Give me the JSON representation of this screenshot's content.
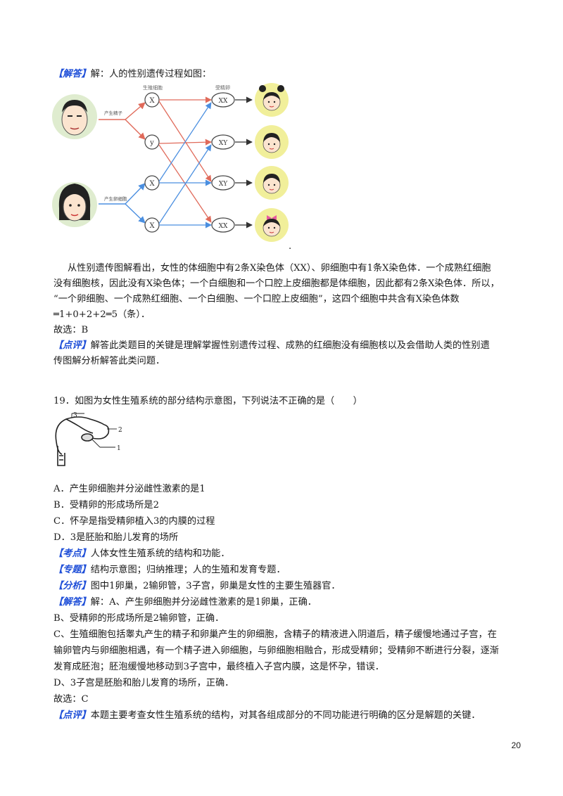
{
  "section18": {
    "answer_tag": "【解答】",
    "answer_intro": "解：人的性别遗传过程如图：",
    "diagram": {
      "header_sperm_cell": "生殖细胞",
      "header_fertilized_egg": "受精卵",
      "label_father": "产生精子",
      "label_mother": "产生卵细胞",
      "gametes": [
        "X",
        "y",
        "X",
        "X"
      ],
      "zygotes": [
        "XX",
        "XY",
        "XY",
        "XX"
      ],
      "trailing_dot": "."
    },
    "para1": "从性别遗传图解看出，女性的体细胞中有2条X染色体（XX）、卵细胞中有1条X染色体．一个成熟红细胞",
    "para2": "没有细胞核，因此没有X染色体；一个白细胞和一个口腔上皮细胞都是体细胞，因此都有2条X染色体．所以，",
    "para3": "“一个卵细胞、一个成熟红细胞、一个白细胞、一个口腔上皮细胞”，这四个细胞中共含有X染色体数",
    "para4": "═1+0+2+2═5（条）．",
    "choice": "故选：B",
    "review_tag": "【点评】",
    "review1": "解答此类题目的关键是理解掌握性别遗传过程、成熟的红细胞没有细胞核以及会借助人类的性别遗",
    "review2": "传图解分析解答此类问题．"
  },
  "section19": {
    "question": "19．如图为女性生殖系统的部分结构示意图，下列说法不正确的是（　　）",
    "fig_labels": [
      "3",
      "2",
      "1"
    ],
    "options": [
      "A．产生卵细胞并分泌雌性激素的是1",
      "B．受精卵的形成场所是2",
      "C．怀孕是指受精卵植入3的内膜的过程",
      "D．3是胚胎和胎儿发育的场所"
    ],
    "kaodian_tag": "【考点】",
    "kaodian": "人体女性生殖系统的结构和功能．",
    "zhuanti_tag": "【专题】",
    "zhuanti": "结构示意图；归纳推理；人的生殖和发育专题．",
    "fenxi_tag": "【分析】",
    "fenxi": "图中1卵巢，2输卵管，3子宫，卵巢是女性的主要生殖器官．",
    "jieda_tag": "【解答】",
    "jieda_a": "解：A、产生卵细胞并分泌雌性激素的是1卵巢，正确．",
    "jieda_b": "B、受精卵的形成场所是2输卵管，正确．",
    "jieda_c1": "C、生殖细胞包括睾丸产生的精子和卵巢产生的卵细胞，含精子的精液进入阴道后，精子缓慢地通过子宫，在",
    "jieda_c2": "输卵管内与卵细胞相遇，有一个精子进入卵细胞，与卵细胞相融合，形成受精卵；受精卵不断进行分裂，逐渐",
    "jieda_c3": "发育成胚泡；胚泡缓慢地移动到3子宫中，最终植入子宫内膜，这是怀孕，错误．",
    "jieda_d": "D、3子宫是胚胎和胎儿发育的场所，正确．",
    "choice": "故选：C",
    "review_tag": "【点评】",
    "review": "本题主要考查女性生殖系统的结构，对其各组成部分的不同功能进行明确的区分是解题的关键．"
  },
  "page_number": "20"
}
